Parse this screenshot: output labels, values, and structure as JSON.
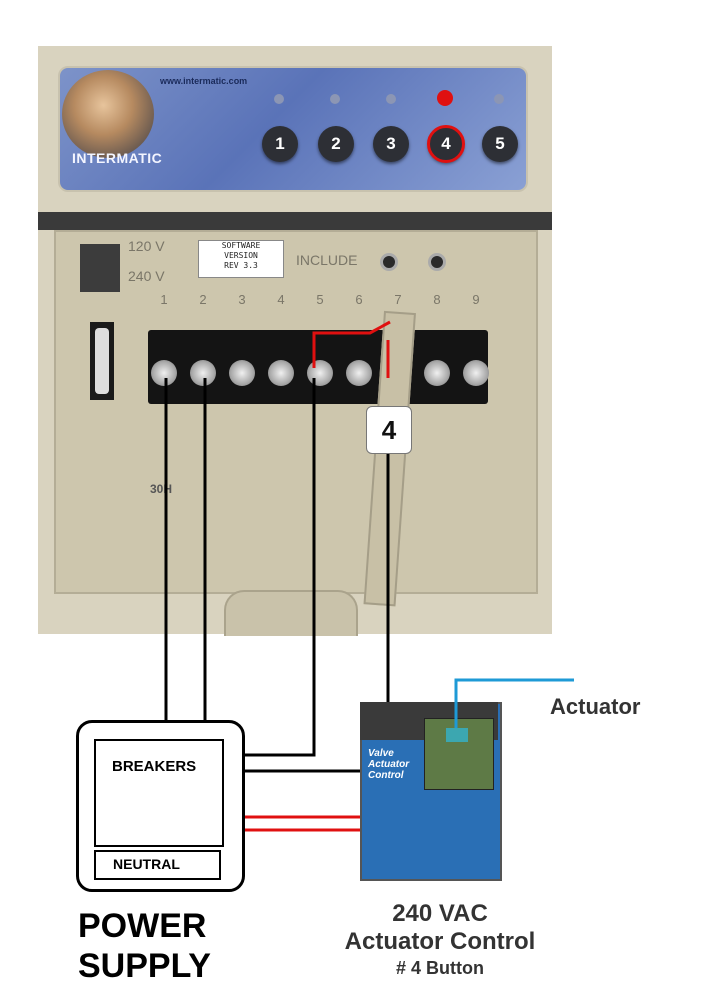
{
  "controller": {
    "url": "www.intermatic.com",
    "brand": "INTERMATIC",
    "zone_buttons": [
      "1",
      "2",
      "3",
      "4",
      "5"
    ],
    "selected_button": "4",
    "voltage_120": "120 V",
    "voltage_240": "240 V",
    "software_line1": "SOFTWARE",
    "software_line2": "VERSION",
    "software_line3": "REV 3.3",
    "include_label": "INCLUDE",
    "terminal_numbers": [
      "1",
      "2",
      "3",
      "4",
      "5",
      "6",
      "7",
      "8",
      "9"
    ],
    "model_label": "30H",
    "callout": "4"
  },
  "power_supply": {
    "breakers": "BREAKERS",
    "neutral": "NEUTRAL",
    "title_line1": "POWER",
    "title_line2": "SUPPLY"
  },
  "actuator_control": {
    "board_title_line1": "Valve",
    "board_title_line2": "Actuator",
    "board_title_line3": "Control",
    "caption_line1": "240 VAC",
    "caption_line2": "Actuator Control",
    "caption_line3": "# 4 Button",
    "actuator_label": "Actuator"
  },
  "colors": {
    "wire": "#000000",
    "hot_wire": "#e01010",
    "actuator_wire": "#1e9ad6",
    "panel_blue": "#5a73b8"
  }
}
